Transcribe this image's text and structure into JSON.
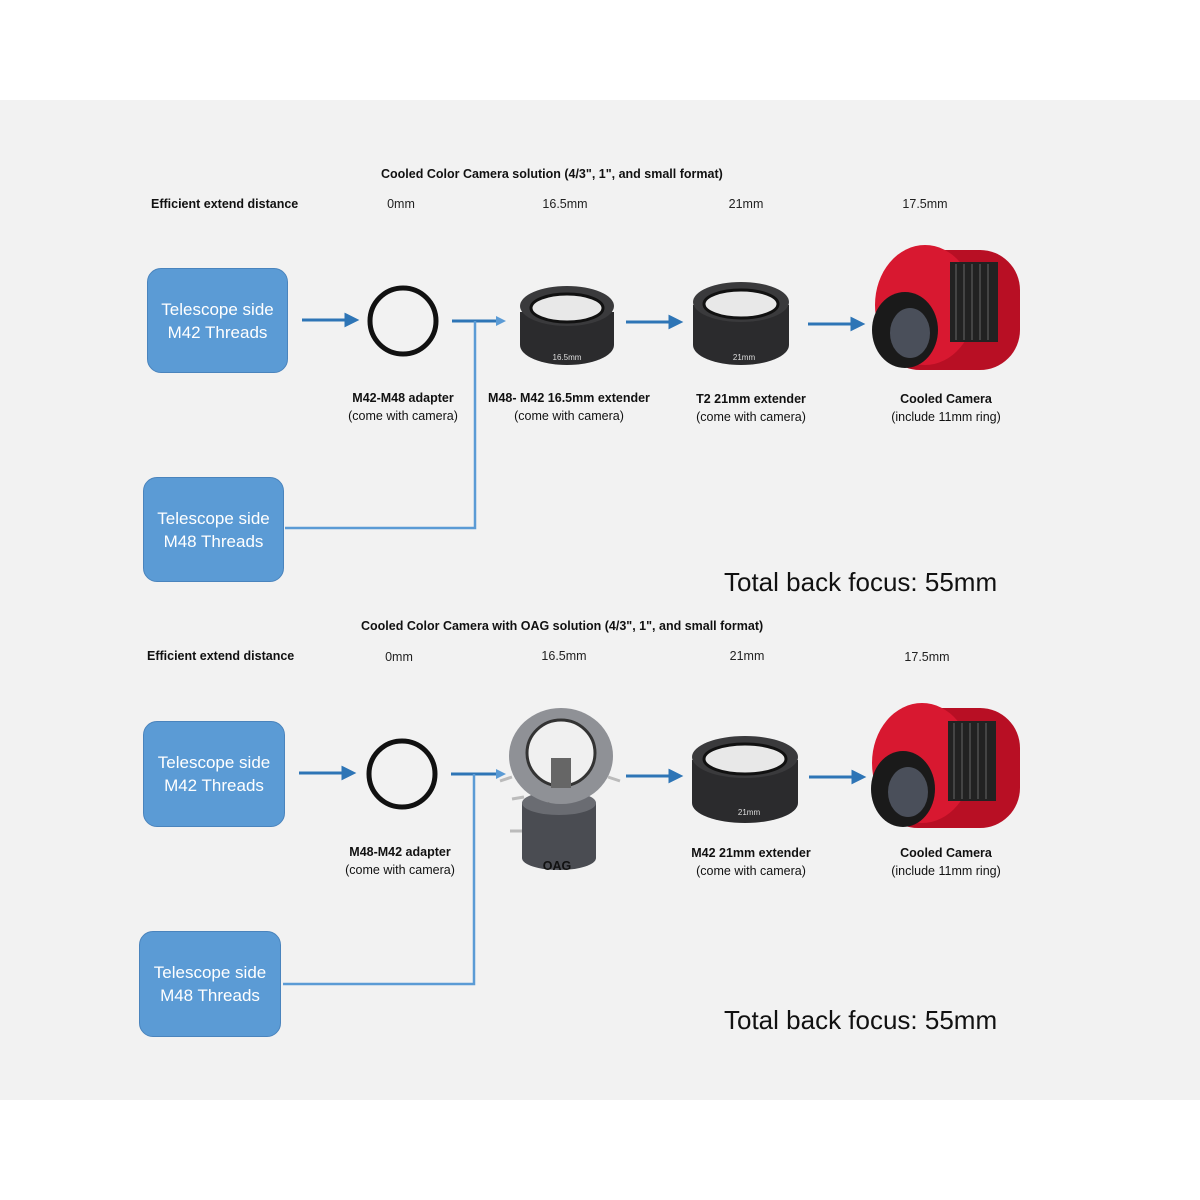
{
  "sections": [
    {
      "title": "Cooled Color Camera solution (4/3\", 1\", and small format)",
      "distance_label": "Efficient extend distance",
      "distances": [
        "0mm",
        "16.5mm",
        "21mm",
        "17.5mm"
      ],
      "box_m42": [
        "Telescope side",
        "M42 Threads"
      ],
      "box_m48": [
        "Telescope side",
        "M48 Threads"
      ],
      "parts": [
        {
          "name": "M42-M48 adapter",
          "note": "(come with camera)"
        },
        {
          "name": "M48- M42 16.5mm extender",
          "note": "(come with camera)",
          "engraving": "16.5mm"
        },
        {
          "name": "T2 21mm extender",
          "note": "(come with camera)",
          "engraving": "21mm"
        },
        {
          "name": "Cooled Camera",
          "note": "(include 11mm ring)"
        }
      ],
      "total": "Total back focus: 55mm"
    },
    {
      "title": "Cooled Color Camera with OAG solution (4/3\", 1\", and small format)",
      "distance_label": "Efficient extend distance",
      "distances": [
        "0mm",
        "16.5mm",
        "21mm",
        "17.5mm"
      ],
      "box_m42": [
        "Telescope side",
        "M42 Threads"
      ],
      "box_m48": [
        "Telescope side",
        "M48 Threads"
      ],
      "parts": [
        {
          "name": "M48-M42 adapter",
          "note": "(come with camera)"
        },
        {
          "name": "OAG",
          "note": ""
        },
        {
          "name": "M42 21mm extender",
          "note": "(come with camera)",
          "engraving": "21mm"
        },
        {
          "name": "Cooled Camera",
          "note": "(include 11mm ring)"
        }
      ],
      "total": "Total back focus: 55mm"
    }
  ],
  "colors": {
    "box": "#5b9bd5",
    "arrow": "#2e75b6",
    "camera": "#c8102e",
    "panel": "#f2f2f2"
  }
}
